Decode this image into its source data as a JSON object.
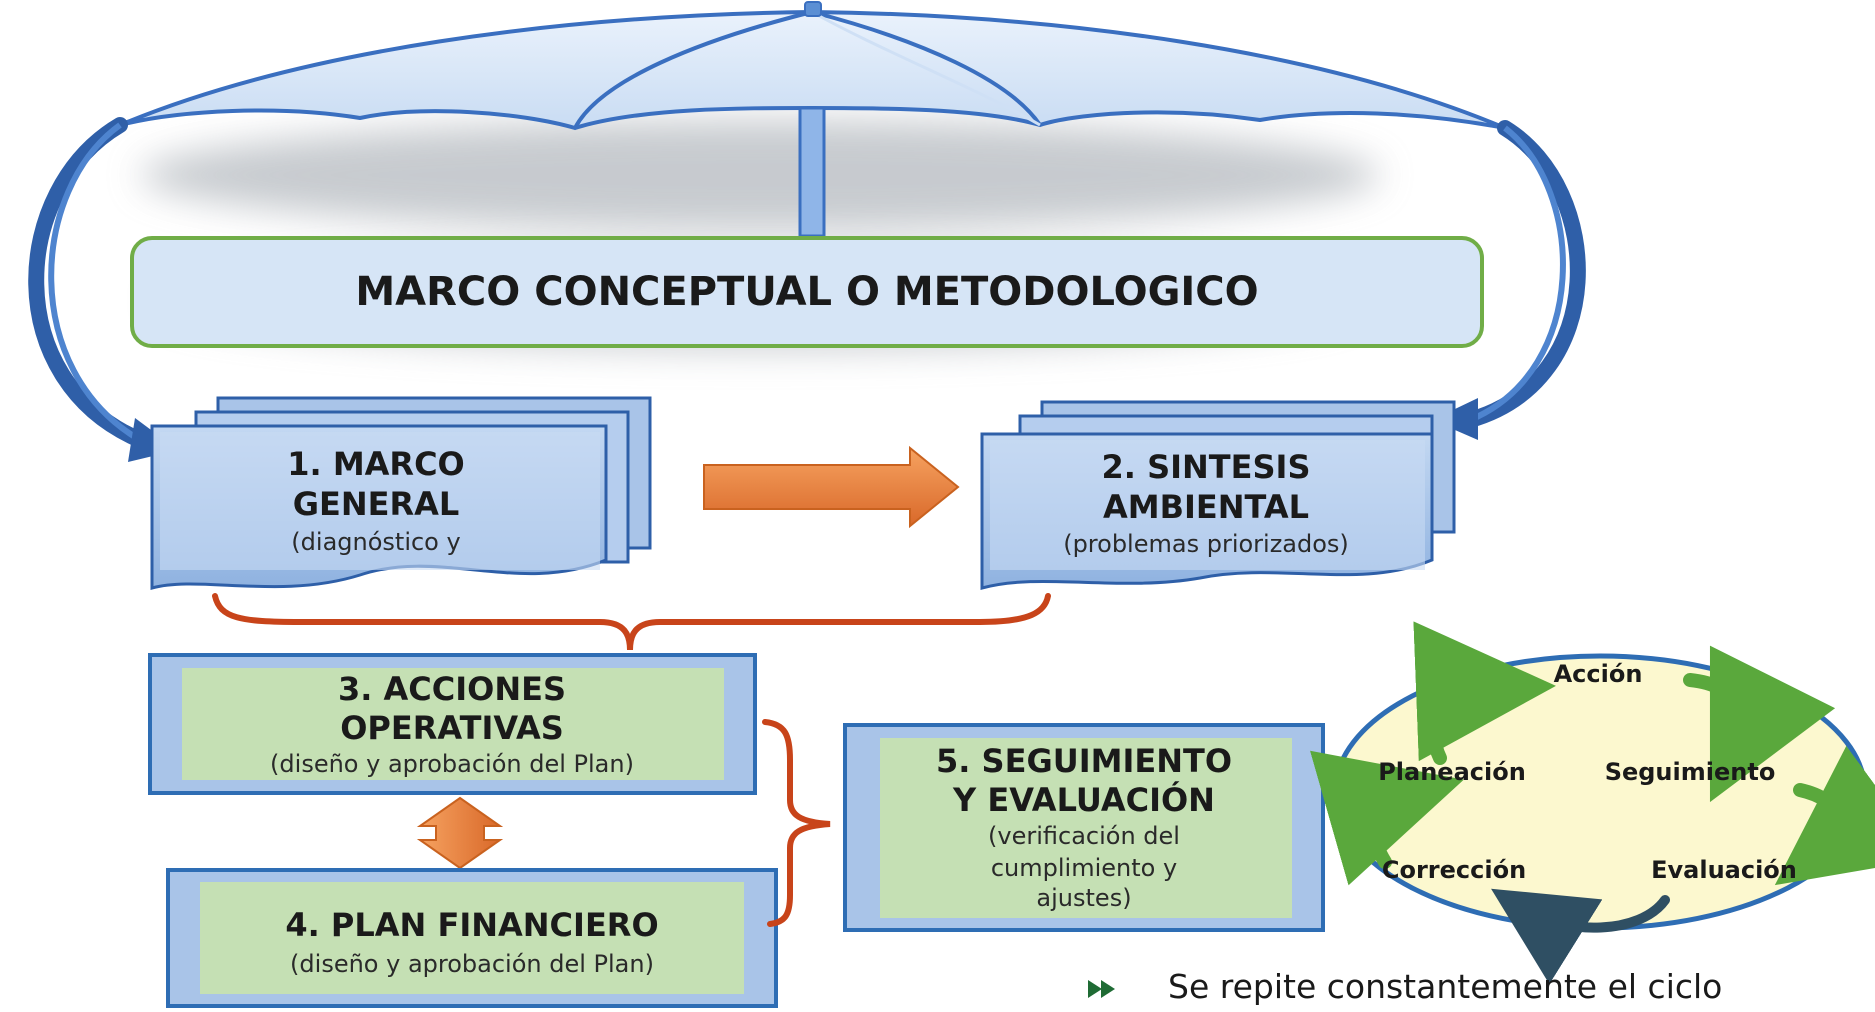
{
  "umbrella": {
    "label": "MARCO CONCEPTUAL O METODOLOGICO"
  },
  "boxes": {
    "marco_general": {
      "line1": "1. MARCO",
      "line2": "GENERAL",
      "subtitle": "(diagnóstico y"
    },
    "sintesis": {
      "line1": "2. SINTESIS",
      "line2": "AMBIENTAL",
      "subtitle": "(problemas priorizados)"
    },
    "acciones": {
      "line1": "3. ACCIONES",
      "line2": "OPERATIVAS",
      "subtitle": "(diseño y aprobación del Plan)"
    },
    "plan_financiero": {
      "line1": "4. PLAN FINANCIERO",
      "subtitle": "(diseño y aprobación del Plan)"
    },
    "seguimiento": {
      "line1": "5. SEGUIMIENTO",
      "line2": "Y EVALUACIÓN",
      "sub1": "(verificación del",
      "sub2": "cumplimiento y",
      "sub3": "ajustes)"
    }
  },
  "cycle": {
    "accion": "Acción",
    "planeacion": "Planeación",
    "seguimiento": "Seguimiento",
    "correccion": "Corrección",
    "evaluacion": "Evaluación"
  },
  "footer": {
    "text": "Se repite constantemente el ciclo",
    "bullet": "fast-forward-icon"
  },
  "colors": {
    "umbrella_blue": "#3a6fc0",
    "box_blue": "#a9c4e8",
    "green_fill": "#c5e0b4",
    "green_border": "#70ad47",
    "orange": "#e8843c",
    "red_brace": "#c8441a",
    "cycle_fill": "#fcf8cf",
    "cycle_border": "#2e6db4",
    "cycle_arrow": "#5aa83c"
  }
}
